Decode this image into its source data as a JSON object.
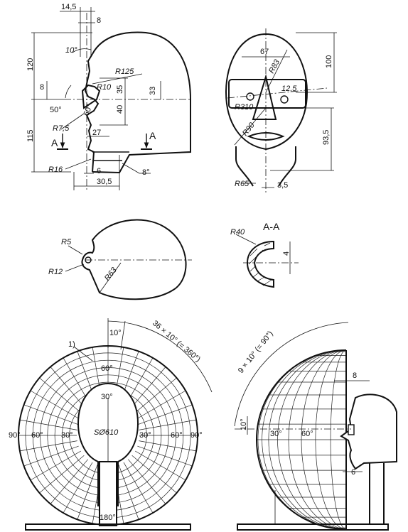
{
  "views": {
    "side": {
      "dims": {
        "w14_5": "14,5",
        "w8": "8",
        "a10": "10°",
        "v120": "120",
        "r125": "R125",
        "v8": "8",
        "r10": "R10",
        "v35": "35",
        "v33": "33",
        "a50": "50°",
        "a60": "60°",
        "v40": "40",
        "v115": "115",
        "r7_5": "R7,5",
        "w27": "27",
        "r16": "R16",
        "w6": "6",
        "a8": "8°",
        "w30_5": "30,5"
      },
      "section_letter": "A"
    },
    "front": {
      "dims": {
        "w67": "67",
        "r83": "R83",
        "v100": "100",
        "w12_5": "12,5",
        "r310": "R310",
        "r90": "R90",
        "v93_5": "93,5",
        "r65": "R65",
        "w3_5": "3,5"
      }
    },
    "top": {
      "dims": {
        "r5": "R5",
        "r12": "R12",
        "r63": "R63"
      }
    },
    "section": {
      "title": "A-A",
      "dims": {
        "r40": "R40",
        "v4": "4"
      }
    },
    "sphere_front": {
      "labels": {
        "circ": "36 × 10° (= 360°)",
        "step": "10°",
        "note": "1)",
        "lat60": "60°",
        "lat30": "30°",
        "diam": "SØ610",
        "left90": "90°",
        "left60": "60°",
        "left30": "30°",
        "right30": "30°",
        "right60": "60°",
        "right90": "90°",
        "bottom": "180°"
      }
    },
    "sphere_side": {
      "labels": {
        "arc": "9 × 10° (= 90°)",
        "w8": "8",
        "step": "10°",
        "lat30": "30°",
        "lat60": "60°",
        "w6": "6"
      }
    }
  }
}
